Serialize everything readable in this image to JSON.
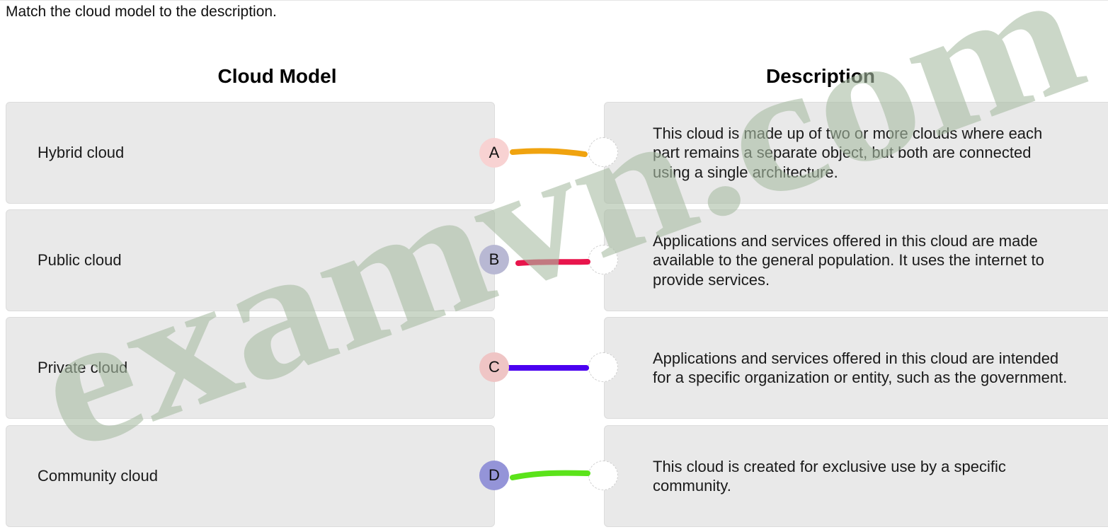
{
  "question": "Match the cloud model to the description.",
  "headers": {
    "left": "Cloud Model",
    "right": "Description"
  },
  "models": [
    {
      "label": "Hybrid cloud",
      "badge": "A",
      "badge_color": "#f8d2d2"
    },
    {
      "label": "Public cloud",
      "badge": "B",
      "badge_color": "#b8b8d3"
    },
    {
      "label": "Private cloud",
      "badge": "C",
      "badge_color": "#efc5c5"
    },
    {
      "label": "Community cloud",
      "badge": "D",
      "badge_color": "#9494d8"
    }
  ],
  "descriptions": [
    "This cloud is made up of two or more clouds where each part remains a separate object, but both are connected using a single architecture.",
    "Applications and services offered in this cloud are made available to the general population. It uses the internet to provide services.",
    "Applications and services offered in this cloud are intended for a specific organization or entity, such as the government.",
    "This cloud is created for exclusive use by a specific community."
  ],
  "connections": [
    {
      "from": "A",
      "to": 0,
      "color": "#f0a30f"
    },
    {
      "from": "B",
      "to": 1,
      "color": "#e8154c"
    },
    {
      "from": "C",
      "to": 2,
      "color": "#4a00f0"
    },
    {
      "from": "D",
      "to": 3,
      "color": "#5be31a"
    }
  ],
  "watermark": {
    "text": "examvn.com",
    "color": "#a9bca3"
  }
}
